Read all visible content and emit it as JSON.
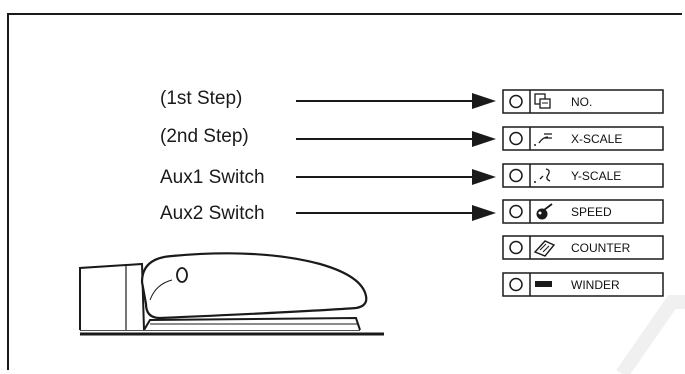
{
  "labels": {
    "step1": "(1st Step)",
    "step2": "(2nd Step)",
    "aux1": "Aux1 Switch",
    "aux2": "Aux2 Switch"
  },
  "buttons": [
    {
      "label": "NO.",
      "icon": "number-icon"
    },
    {
      "label": "X-SCALE",
      "icon": "x-scale-icon"
    },
    {
      "label": "Y-SCALE",
      "icon": "y-scale-icon"
    },
    {
      "label": "SPEED",
      "icon": "speed-icon"
    },
    {
      "label": "COUNTER",
      "icon": "counter-icon"
    },
    {
      "label": "WINDER",
      "icon": "winder-icon"
    }
  ],
  "colors": {
    "ink": "#1a1a1a",
    "background": "#ffffff",
    "watermark": "#f5f5f5"
  }
}
